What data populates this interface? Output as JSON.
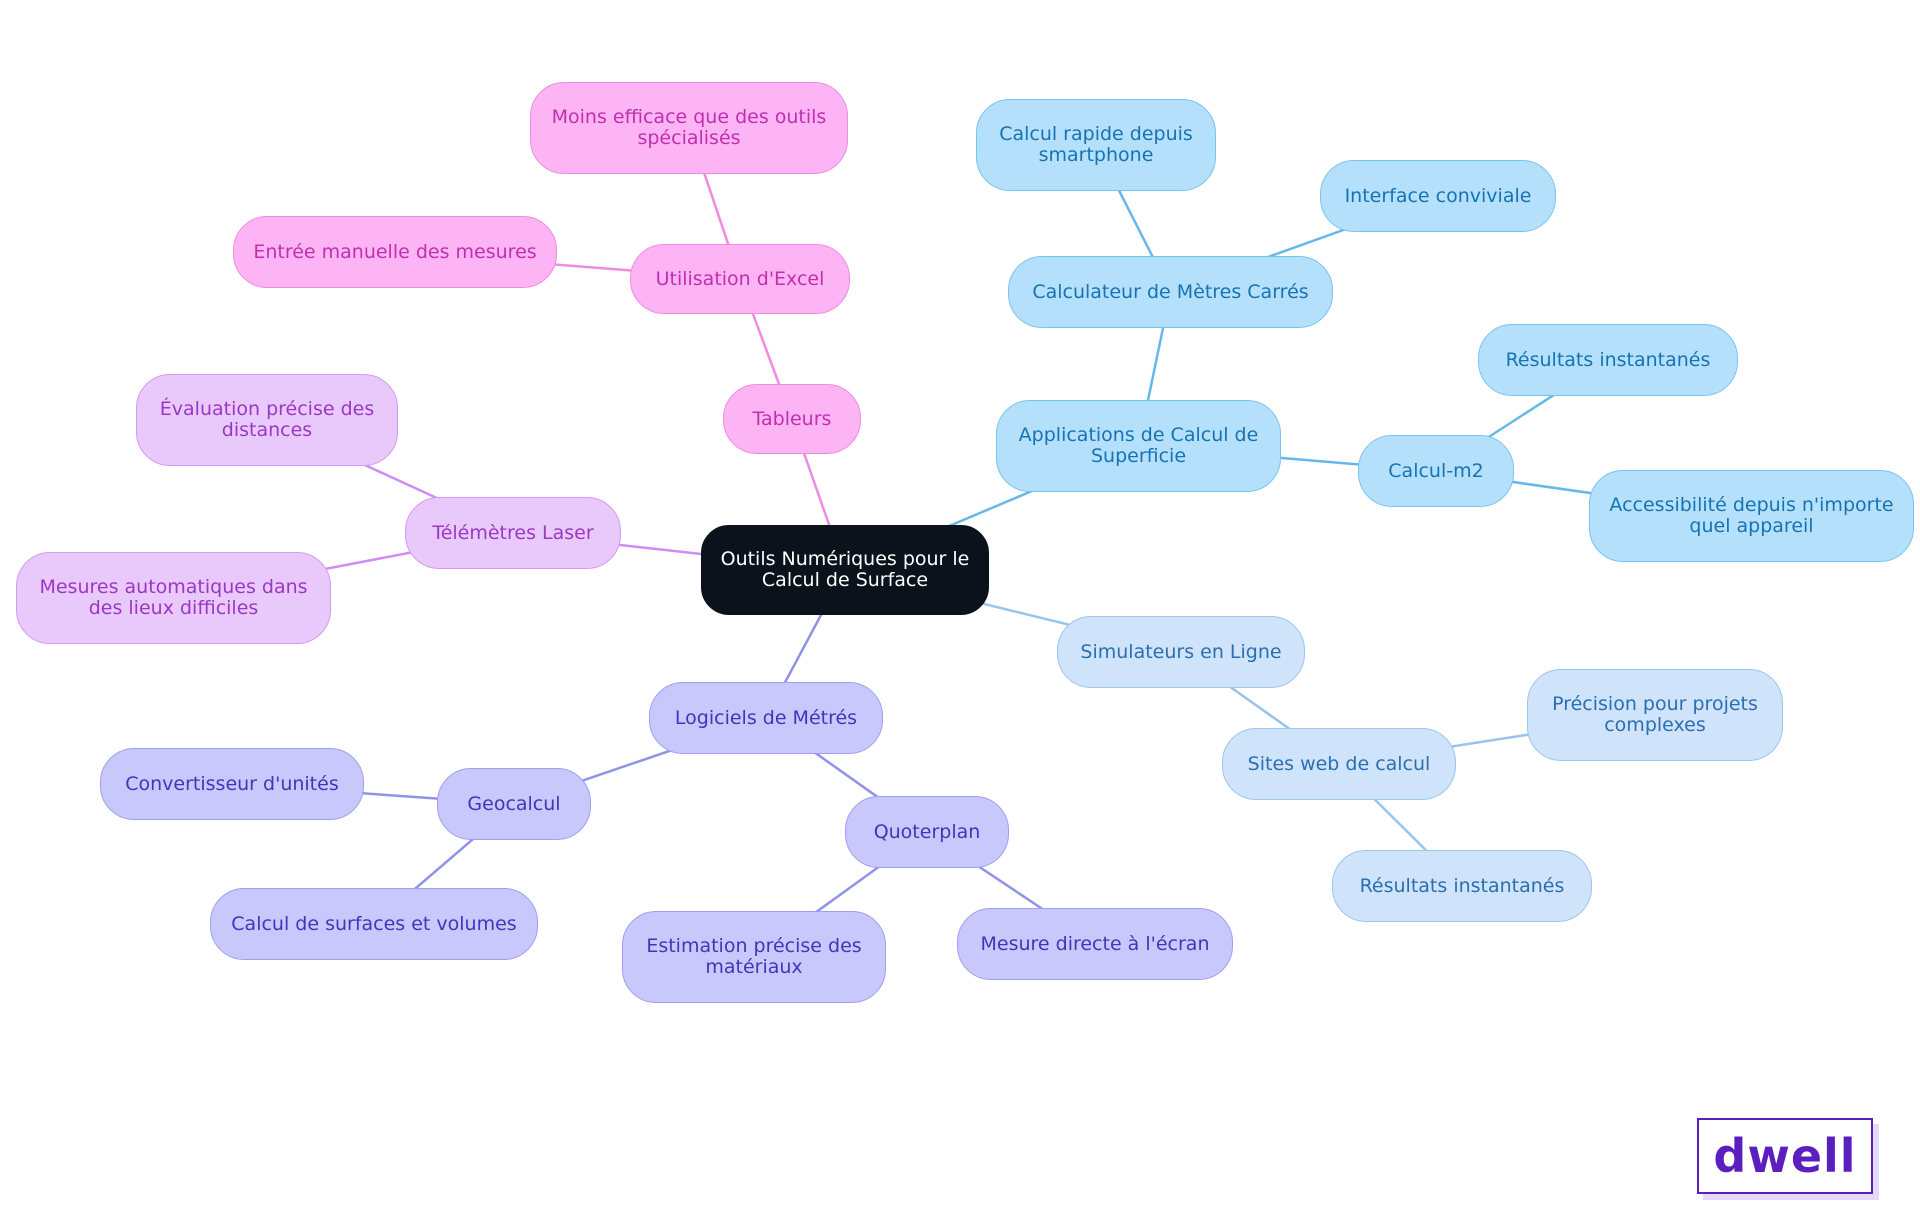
{
  "mindmap": {
    "root": "Outils Numériques pour le Calcul de Surface",
    "branches": {
      "tableurs": {
        "label": "Tableurs",
        "excel": {
          "label": "Utilisation d'Excel",
          "items": [
            "Moins efficace que des outils spécialisés",
            "Entrée manuelle des mesures"
          ]
        }
      },
      "telemetres": {
        "label": "Télémètres Laser",
        "items": [
          "Évaluation précise des distances",
          "Mesures automatiques dans des lieux difficiles"
        ]
      },
      "logiciels": {
        "label": "Logiciels de Métrés",
        "geocalcul": {
          "label": "Geocalcul",
          "items": [
            "Convertisseur d'unités",
            "Calcul de surfaces et volumes"
          ]
        },
        "quoterplan": {
          "label": "Quoterplan",
          "items": [
            "Estimation précise des matériaux",
            "Mesure directe à l'écran"
          ]
        }
      },
      "applications": {
        "label": "Applications de Calcul de Superficie",
        "calculateur": {
          "label": "Calculateur de Mètres Carrés",
          "items": [
            "Calcul rapide depuis smartphone",
            "Interface conviviale"
          ]
        },
        "calculm2": {
          "label": "Calcul-m2",
          "items": [
            "Résultats instantanés",
            "Accessibilité depuis n'importe quel appareil"
          ]
        }
      },
      "simulateurs": {
        "label": "Simulateurs en Ligne",
        "sites": {
          "label": "Sites web de calcul",
          "items": [
            "Précision pour projets complexes",
            "Résultats instantanés"
          ]
        }
      }
    }
  },
  "logo": {
    "text": "dwell"
  },
  "colors": {
    "pink_line": "#f08be0",
    "violet_line": "#d08cf2",
    "indigo_line": "#8f93e8",
    "sky_line": "#66b8ea",
    "pale_line": "#96c4ec"
  }
}
